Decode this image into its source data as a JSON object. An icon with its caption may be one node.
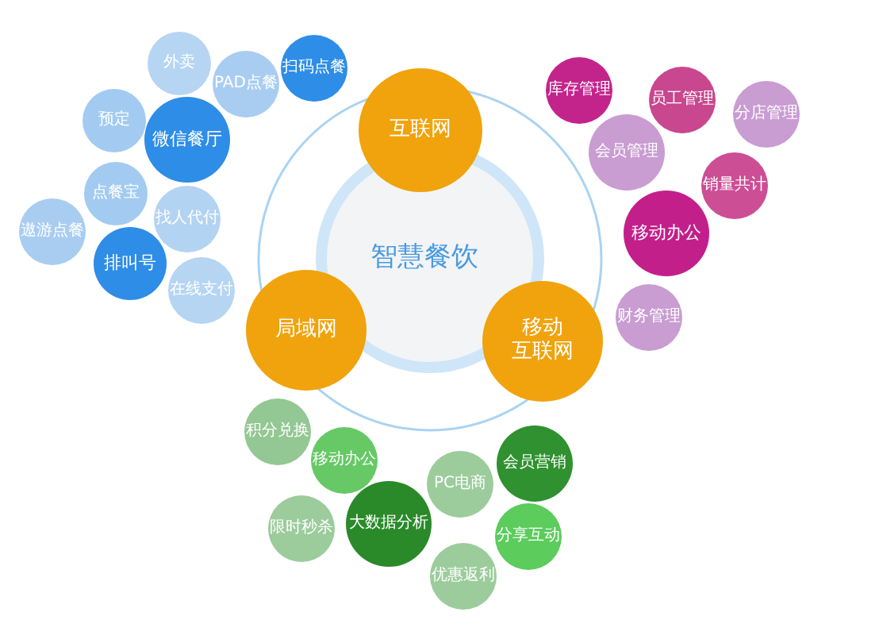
{
  "diagram": {
    "nodes": [
      {
        "text": [
          "智慧餐饮"
        ]
      },
      {
        "text": [
          "互联网"
        ]
      },
      {
        "text": [
          "局域网"
        ]
      },
      {
        "text": [
          "移动互联网"
        ]
      },
      {
        "text": [
          "外卖"
        ]
      },
      {
        "text": [
          "PAD点餐"
        ]
      },
      {
        "text": [
          "扫码点餐"
        ]
      },
      {
        "text": [
          "预定"
        ]
      },
      {
        "text": [
          "微信餐厅"
        ]
      },
      {
        "text": [
          "点餐宝"
        ]
      },
      {
        "text": [
          "找人代付"
        ]
      },
      {
        "text": [
          "遨游点餐"
        ]
      },
      {
        "text": [
          "排叫号"
        ]
      },
      {
        "text": [
          "在线支付"
        ]
      },
      {
        "text": [
          "库存管理"
        ]
      },
      {
        "text": [
          "员工管理"
        ]
      },
      {
        "text": [
          "分店管理"
        ]
      },
      {
        "text": [
          "会员管理"
        ]
      },
      {
        "text": [
          "销量共计"
        ]
      },
      {
        "text": [
          "移动办公"
        ]
      },
      {
        "text": [
          "财务管理"
        ]
      },
      {
        "text": [
          "积分兑换"
        ]
      },
      {
        "text": [
          "移动办公"
        ]
      },
      {
        "text": [
          "会员营销"
        ]
      },
      {
        "text": [
          "PC电商"
        ]
      },
      {
        "text": [
          "限时秒杀"
        ]
      },
      {
        "text": [
          "大数据分析"
        ]
      },
      {
        "text": [
          "分享互动"
        ]
      },
      {
        "text": [
          "优惠返利"
        ]
      }
    ],
    "edges": []
  }
}
